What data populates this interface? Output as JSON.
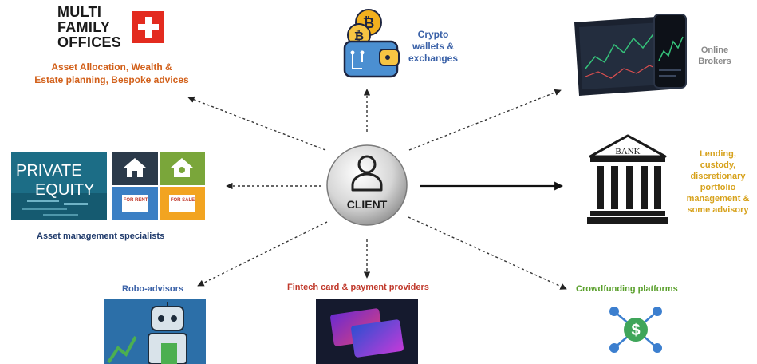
{
  "multi_family_offices": {
    "title_lines": [
      "MULTI",
      "FAMILY",
      "OFFICES"
    ],
    "description_lines": [
      "Asset Allocation, Wealth &",
      "Estate planning, Bespoke advices"
    ]
  },
  "crypto": {
    "label_lines": [
      "Crypto",
      "wallets &",
      "exchanges"
    ]
  },
  "online_brokers": {
    "label_lines": [
      "Online",
      "Brokers"
    ]
  },
  "client": {
    "label": "CLIENT"
  },
  "bank": {
    "sign": "BANK",
    "description_lines": [
      "Lending,",
      "custody,",
      "discretionary",
      "portfolio",
      "management &",
      "some advisory"
    ]
  },
  "asset_management": {
    "label": "Asset management specialists",
    "pe_words": [
      "PRIVATE",
      "EQUITY"
    ],
    "card_labels": [
      "FOR RENT",
      "FOR SALE"
    ]
  },
  "robo_advisors": {
    "label": "Robo-advisors"
  },
  "fintech": {
    "label": "Fintech card & payment providers"
  },
  "crowdfunding": {
    "label": "Crowdfunding platforms",
    "symbol": "$"
  },
  "colors": {
    "orange": "#d2601a",
    "blue": "#3b62a8",
    "gold": "#d7a21c",
    "green": "#5aa02c",
    "red": "#c0392b",
    "navy": "#1f3a6b"
  }
}
